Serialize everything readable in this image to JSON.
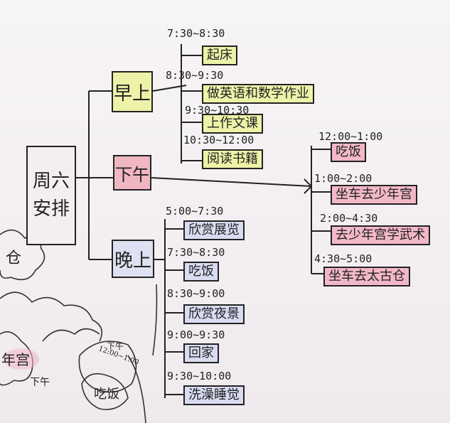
{
  "root": {
    "line1": "周六",
    "line2": "安排"
  },
  "branches": {
    "morning": {
      "label": "早上",
      "items": [
        {
          "time": "7:30~8:30",
          "activity": "起床"
        },
        {
          "time": "8:30~9:30",
          "activity": "做英语和数学作业"
        },
        {
          "time": "9:30~10:30",
          "activity": "上作文课"
        },
        {
          "time": "10:30~12:00",
          "activity": "阅读书籍"
        }
      ]
    },
    "afternoon": {
      "label": "下午",
      "items": [
        {
          "time": "12:00~1:00",
          "activity": "吃饭"
        },
        {
          "time": "1:00~2:00",
          "activity": "坐车去少年宫"
        },
        {
          "time": "2:00~4:30",
          "activity": "去少年宫学武术"
        },
        {
          "time": "4:30~5:00",
          "activity": "坐车去太古仓"
        }
      ]
    },
    "evening": {
      "label": "晚上",
      "items": [
        {
          "time": "5:00~7:30",
          "activity": "欣赏展览"
        },
        {
          "time": "7:30~8:30",
          "activity": "吃饭"
        },
        {
          "time": "8:30~9:00",
          "activity": "欣赏夜景"
        },
        {
          "time": "9:00~9:30",
          "activity": "回家"
        },
        {
          "time": "9:30~10:00",
          "activity": "洗澡睡觉"
        }
      ]
    }
  },
  "sketch": {
    "cloud_text_1": "仓",
    "cloud_text_2": "年宫",
    "cloud_text_3": "下午",
    "leaf_text_1": "下午",
    "leaf_text_2": "12:00~1:00",
    "leaf_text_3": "吃饭"
  }
}
